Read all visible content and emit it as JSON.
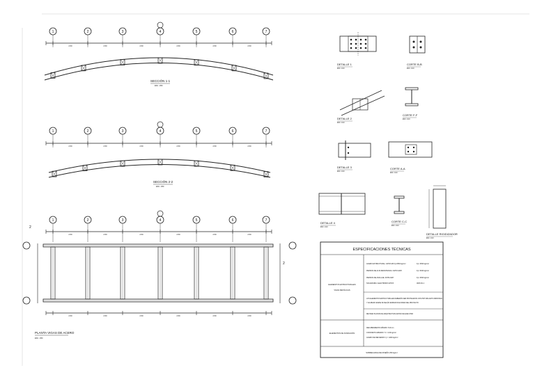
{
  "sheet": {
    "sections": {
      "s1_title": "SECCIÓN 1-1",
      "s2_title": "SECCIÓN 2-2",
      "plan_title": "PLANTA VIGAS DE ACERO",
      "scale": "ESC. 1/50"
    },
    "details": {
      "d1": "DETALLE 1",
      "cb": "CORTE B-B",
      "d2": "DETALLE 2",
      "cf": "CORTE F-F",
      "d3": "DETALLE 3",
      "ca": "CORTE A-A",
      "d4": "DETALLE 4",
      "cc": "CORTE C-C",
      "rig": "DETALLE RIGIDIZADOR",
      "scale": "ESC. 1/10"
    },
    "specs": {
      "title": "ESPECIFICACIONES   TÉCNICAS",
      "left_label_1": "ELEMENTOS ESTRUCTURALES",
      "left_label_2": "VIGAS METÁLICAS",
      "left_label_3": "ELEMENTOS   DE FUNDACIÓN",
      "row1": "ACERO ESTRUCTURAL: ASTM A36 fy=2530 kg/cm²",
      "row2": "PERNOS DE ALTA RESISTENCIA: ASTM A325",
      "row3": "PERNOS DE ANCLAJE: ASTM A307",
      "row4": "SOLDADURA: ELECTRODO E70XX",
      "row1b": "Fy= 2530 kg/cm²",
      "row2b": "Fy= 6330 kg/cm²",
      "row3b": "Fy= 2530 kg/cm²",
      "row4b": "AWS D1.1",
      "note1": "LOS ELEMENTOS ESTRUCTURALES DEBERÁN SER PROTEGIDOS CON PINTURA ANTICORROSIVA",
      "note2": "Y ACABADO ESMALTE SEGÚN ESPECIFICACIONES DEL PROYECTO",
      "note3": "REVISAR PLANOS DE ARQUITECTURA ANTES DE EJECUTAR",
      "found1": "RECUBRIMIENTO MÍNIMO: 5.00 cm",
      "found2": "CONCRETO ARMADO: f'c = 210 kg/cm²",
      "found3": "ACERO DE REFUERZO: fy = 4200 kg/cm²",
      "foot": "SOBRECARGA DE DISEÑO     250 kg/m²"
    },
    "axes": [
      "1",
      "2",
      "3",
      "4",
      "5",
      "6",
      "7"
    ],
    "dim": "2.50"
  }
}
